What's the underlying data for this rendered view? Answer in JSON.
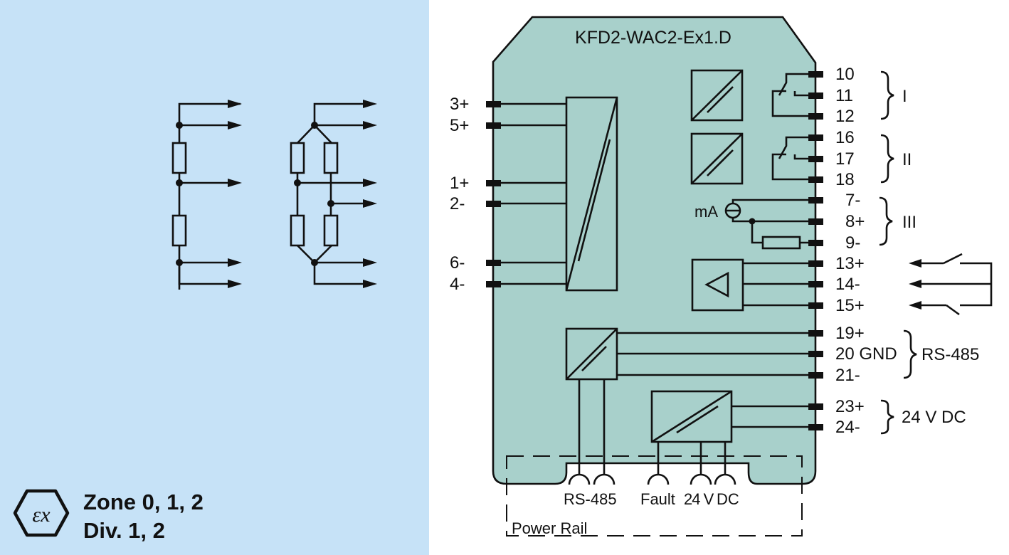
{
  "device": {
    "title": "KFD2-WAC2-Ex1.D",
    "body_color": "#a8d0cb",
    "panel_color": "#c6e2f7"
  },
  "left_terminals": [
    "3+",
    "5+",
    "1+",
    "2-",
    "6-",
    "4-"
  ],
  "right_terminals": {
    "relay_1": [
      "10",
      "11",
      "12"
    ],
    "relay_2": [
      "16",
      "17",
      "18"
    ],
    "current_output": [
      "7-",
      "8+",
      "9-"
    ],
    "control_inputs": [
      "13+",
      "14-",
      "15+"
    ],
    "rs485": [
      "19+",
      "20 GND",
      "21-"
    ],
    "power": [
      "23+",
      "24-"
    ]
  },
  "groups": {
    "relay_1": "I",
    "relay_2": "II",
    "current_output": "III",
    "rs485": "RS-485",
    "power": "24 V DC"
  },
  "internal": {
    "ma_label": "mA"
  },
  "power_rail": {
    "label": "Power Rail",
    "contacts": [
      "RS-485",
      "Fault",
      "24 V",
      "DC"
    ]
  },
  "certification": {
    "icon": "ex-hexagon-icon",
    "zone": "Zone 0, 1, 2",
    "division": "Div. 1, 2"
  }
}
